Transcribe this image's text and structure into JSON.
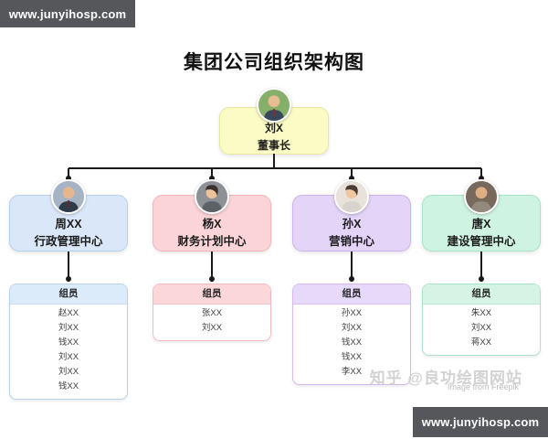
{
  "banner_top": {
    "text": "www.junyihosp.com"
  },
  "banner_bottom": {
    "text": "www.junyihosp.com"
  },
  "title": "集团公司组织架构图",
  "root": {
    "name": "刘X",
    "role": "董事长"
  },
  "branches": [
    {
      "name": "周XX",
      "dept": "行政管理中心",
      "members_label": "组员",
      "members": [
        "赵XX",
        "刘XX",
        "钱XX",
        "刘XX",
        "刘XX",
        "钱XX"
      ]
    },
    {
      "name": "杨X",
      "dept": "财务计划中心",
      "members_label": "组员",
      "members": [
        "张XX",
        "刘XX"
      ]
    },
    {
      "name": "孙X",
      "dept": "营销中心",
      "members_label": "组员",
      "members": [
        "孙XX",
        "刘XX",
        "钱XX",
        "钱XX",
        "李XX"
      ]
    },
    {
      "name": "唐X",
      "dept": "建设管理中心",
      "members_label": "组员",
      "members": [
        "朱XX",
        "刘XX",
        "蒋XX"
      ]
    }
  ],
  "watermarks": {
    "zhihu": "知乎 @良功绘图网站",
    "freepik": "Image from Freepik"
  },
  "colors": {
    "banner_bg": "#55575b",
    "root_fill": "#fbfbc5",
    "branch_admin_fill": "#d9e7f8",
    "branch_finance_fill": "#fbd4d7",
    "branch_marketing_fill": "#e3d4f8",
    "branch_construction_fill": "#cff3e2",
    "connector_line": "#1a1a1a"
  }
}
